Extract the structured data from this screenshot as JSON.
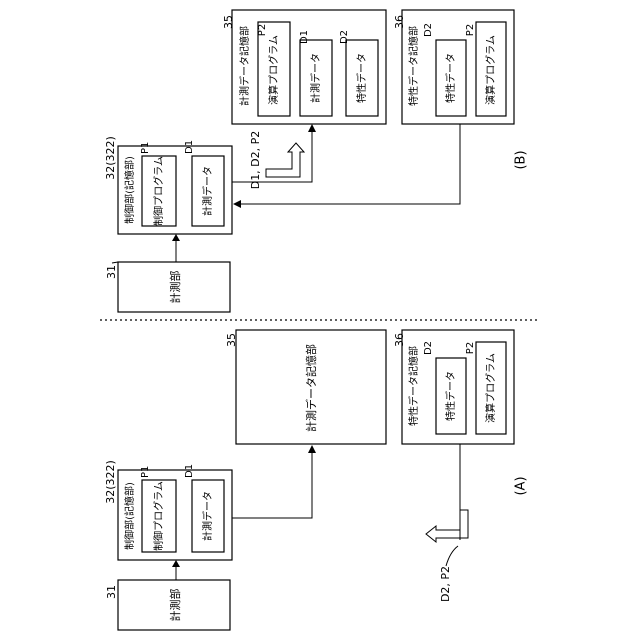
{
  "panels": {
    "A": {
      "label": "(A)",
      "measure_unit": {
        "ref": "31",
        "text": "計測部"
      },
      "control_unit": {
        "ref": "32(322)",
        "title": "制御部(記憶部)",
        "items": [
          {
            "ref": "P1",
            "text": "制御プログラム"
          },
          {
            "ref": "D1",
            "text": "計測データ"
          }
        ]
      },
      "measurement_storage": {
        "ref": "35",
        "title": "計測データ記憶部"
      },
      "characteristic_storage": {
        "ref": "36",
        "title": "特性データ記憶部",
        "items": [
          {
            "ref": "D2",
            "text": "特性データ"
          },
          {
            "ref": "P2",
            "text": "演算プログラム"
          }
        ]
      },
      "output_label": "D2, P2"
    },
    "B": {
      "label": "(B)",
      "measure_unit": {
        "ref": "31",
        "text": "計測部"
      },
      "control_unit": {
        "ref": "32(322)",
        "title": "制御部(記憶部)",
        "items": [
          {
            "ref": "P1",
            "text": "制御プログラム"
          },
          {
            "ref": "D1",
            "text": "計測データ"
          }
        ]
      },
      "measurement_storage": {
        "ref": "35",
        "title": "計測データ記憶部",
        "items": [
          {
            "ref": "P2",
            "text": "演算プログラム"
          },
          {
            "ref": "D1",
            "text": "計測データ"
          },
          {
            "ref": "D2",
            "text": "特性データ"
          }
        ]
      },
      "characteristic_storage": {
        "ref": "36",
        "title": "特性データ記憶部",
        "items": [
          {
            "ref": "D2",
            "text": "特性データ"
          },
          {
            "ref": "P2",
            "text": "演算プログラム"
          }
        ]
      },
      "transfer_label": "D1, D2, P2"
    }
  }
}
